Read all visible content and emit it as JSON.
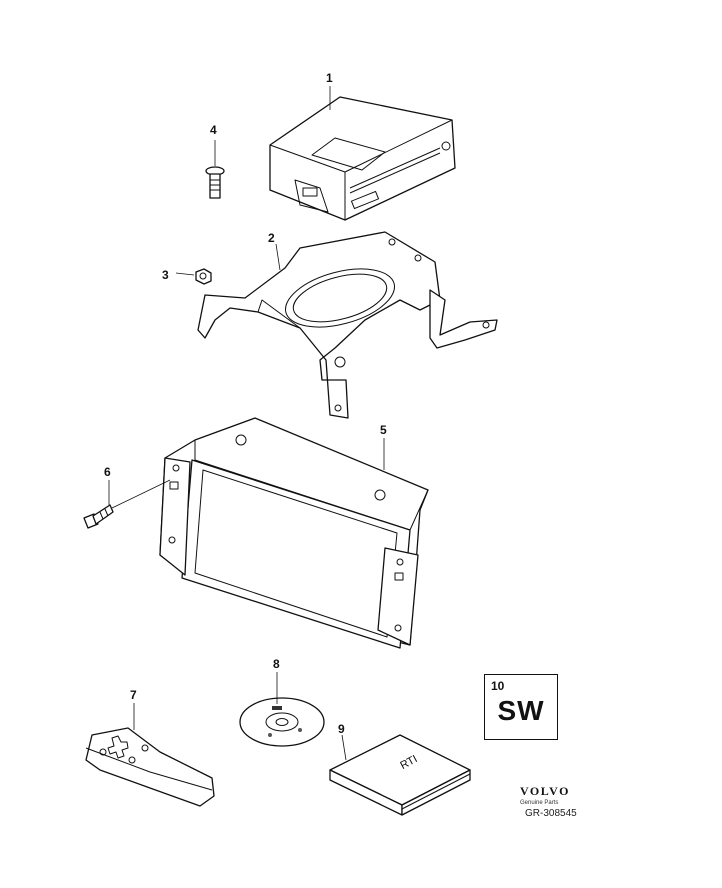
{
  "callouts": {
    "c1": "1",
    "c2": "2",
    "c3": "3",
    "c4": "4",
    "c5": "5",
    "c6": "6",
    "c7": "7",
    "c8": "8",
    "c9": "9"
  },
  "software_box": {
    "number": "10",
    "label": "SW"
  },
  "manual_cover_text": "RTI",
  "branding": {
    "logo": "VOLVO",
    "tagline": "Genuine Parts",
    "reference": "GR-308545"
  }
}
